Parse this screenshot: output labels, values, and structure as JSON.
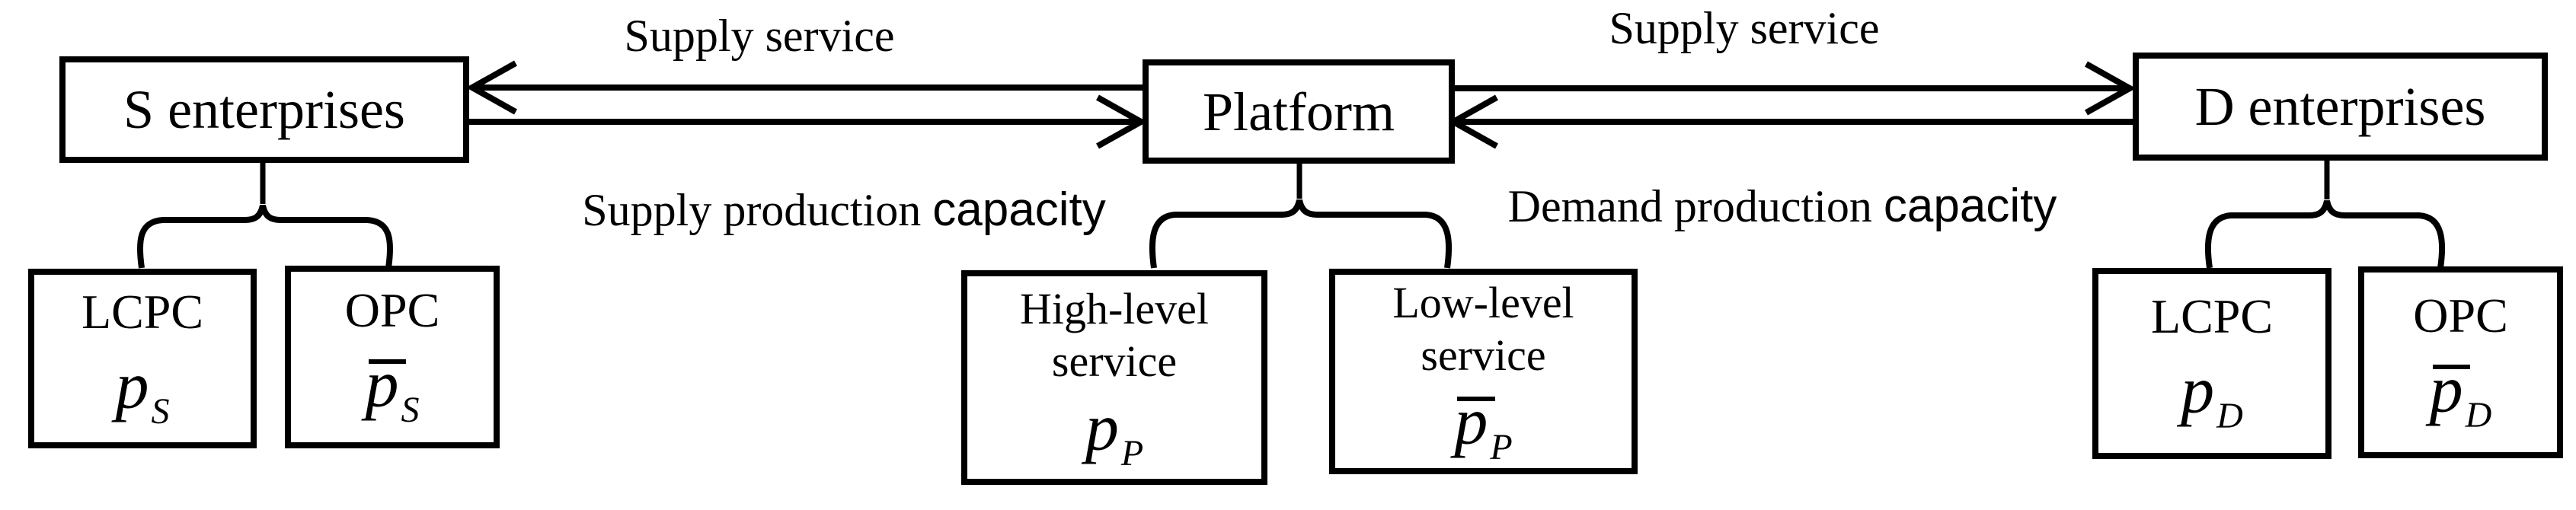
{
  "figure": {
    "bg_color": "#ffffff",
    "ink": "#000000"
  },
  "top_row": {
    "s_enterprises": "S enterprises",
    "platform": "Platform",
    "d_enterprises": "D enterprises"
  },
  "arrow_labels": {
    "supply_service_left": "Supply service",
    "supply_service_right": "Supply service",
    "supply_production": {
      "serif": "Supply production",
      "sans": "capacity"
    },
    "demand_production": {
      "serif": "Demand production",
      "sans": "capacity"
    }
  },
  "sub_boxes": {
    "s_lcpc": {
      "title": "LCPC",
      "sym_base": "p",
      "sym_sub": "S",
      "sym_class": "sym-wrap"
    },
    "s_opc": {
      "title": "OPC",
      "sym_base": "p",
      "sym_sub": "S",
      "sym_class": "sym-wrap sym-bar"
    },
    "p_high": {
      "title_line1": "High-level",
      "title_line2": "service",
      "sym_base": "p",
      "sym_sub": "P",
      "sym_class": "sym-wrap"
    },
    "p_low": {
      "title_line1": "Low-level",
      "title_line2": "service",
      "sym_base": "p",
      "sym_sub": "P",
      "sym_class": "sym-wrap sym-bar"
    },
    "d_lcpc": {
      "title": "LCPC",
      "sym_base": "p",
      "sym_sub": "D",
      "sym_class": "sym-wrap"
    },
    "d_opc": {
      "title": "OPC",
      "sym_base": "p",
      "sym_sub": "D",
      "sym_class": "sym-wrap sym-bar"
    }
  }
}
